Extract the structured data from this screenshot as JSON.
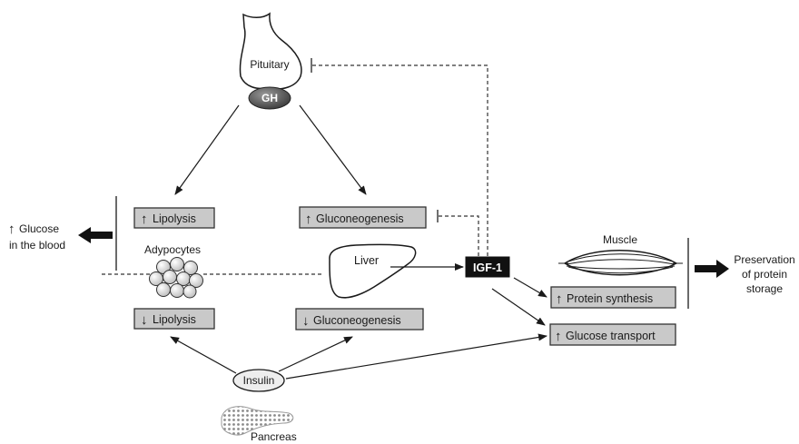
{
  "nodes": {
    "pituitary": "Pituitary",
    "gh": "GH",
    "lipolysis_up": "Lipolysis",
    "gluconeogenesis_up": "Gluconeogenesis",
    "adypocytes": "Adypocytes",
    "liver": "Liver",
    "igf1": "IGF-1",
    "muscle": "Muscle",
    "protein_synthesis": "Protein synthesis",
    "glucose_transport": "Glucose transport",
    "lipolysis_down": "Lipolysis",
    "gluconeogenesis_down": "Gluconeogenesis",
    "insulin": "Insulin",
    "pancreas": "Pancreas"
  },
  "outcomes": {
    "glucose_line1": "Glucose",
    "glucose_line2": "in the blood",
    "preservation_line1": "Preservation",
    "preservation_line2": "of protein",
    "preservation_line3": "storage"
  },
  "symbols": {
    "up": "↑",
    "down": "↓"
  },
  "colors": {
    "box_fill": "#c9c9c9",
    "igf1_fill": "#111111",
    "gh_fill": "#555555",
    "line": "#1a1a1a"
  }
}
